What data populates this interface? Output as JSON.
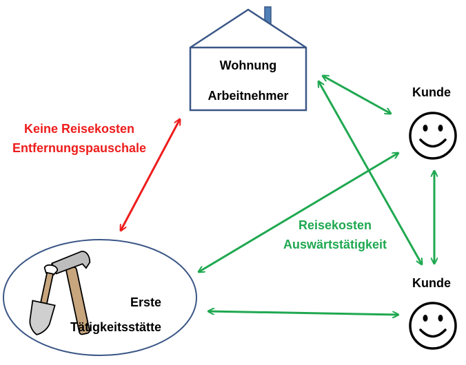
{
  "home": {
    "line1": "Wohnung",
    "line2": "Arbeitnehmer"
  },
  "workplace": {
    "line1": "Erste",
    "line2": "Tätigkeitsstätte"
  },
  "customer_top": {
    "label": "Kunde"
  },
  "customer_bottom": {
    "label": "Kunde"
  },
  "red_label": {
    "line1": "Keine Reisekosten",
    "line2": "Entfernungspauschale"
  },
  "green_label": {
    "line1": "Reisekosten",
    "line2": "Auswärtstätigkeit"
  },
  "colors": {
    "outline": "#3a5686",
    "red_arrow": "#ee1c1c",
    "green_arrow": "#1fa850",
    "text": "#000000",
    "chimney": "#4f7fb5"
  },
  "icons": [
    "house-icon",
    "hammer-icon",
    "shovel-icon",
    "smiley-face-icon",
    "smiley-face-icon"
  ]
}
